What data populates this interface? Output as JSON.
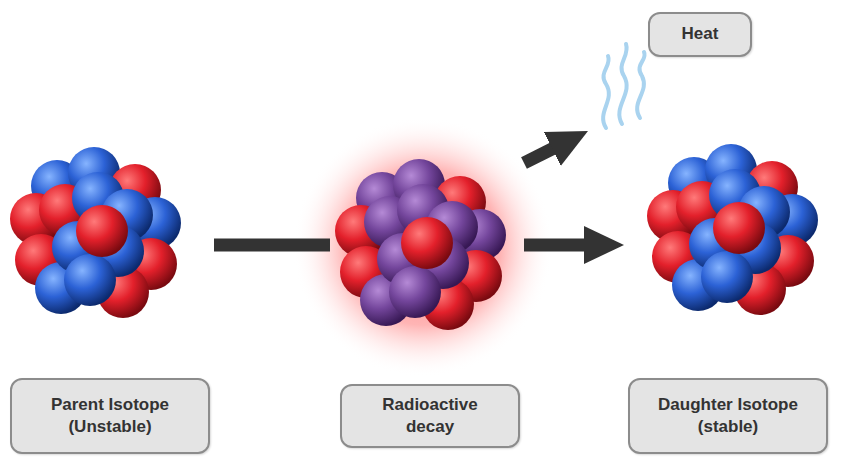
{
  "diagram": {
    "nodes": [
      {
        "text": [
          "Parent Isotope (Unstable)"
        ]
      },
      {
        "text": [
          "Radioactive decay"
        ]
      },
      {
        "text": [
          "Daughter Isotope (stable)"
        ]
      },
      {
        "text": [
          "Heat"
        ]
      }
    ],
    "edges": [
      {
        "from": 0,
        "to": 1,
        "arrow": "none"
      },
      {
        "from": 1,
        "to": 2,
        "arrow": "to"
      },
      {
        "from": 1,
        "to": 3,
        "arrow": "to"
      }
    ]
  }
}
